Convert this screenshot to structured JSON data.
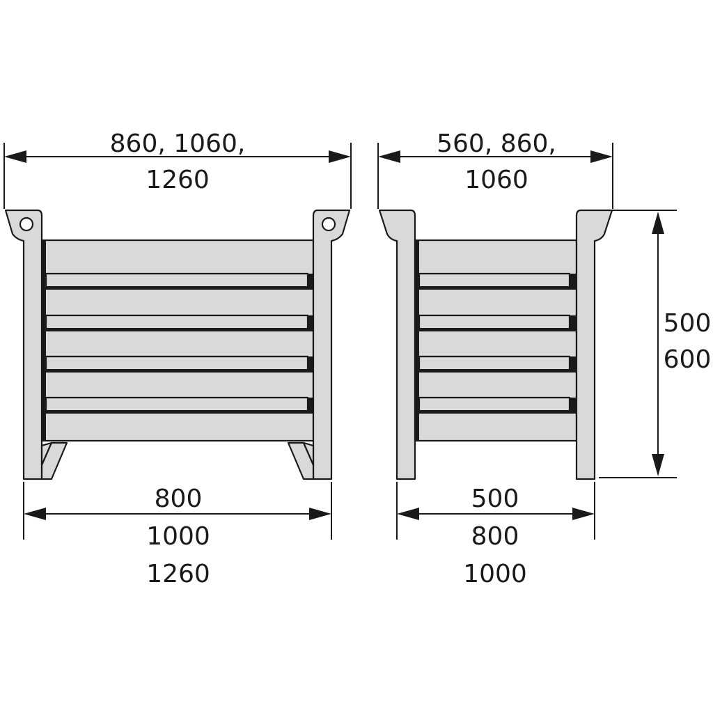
{
  "front_view": {
    "top_width_line1": "860, 1060,",
    "top_width_line2": "1260",
    "bottom_width_line1": "800",
    "bottom_width_line2": "1000",
    "bottom_width_line3": "1260"
  },
  "side_view": {
    "top_width_line1": "560, 860,",
    "top_width_line2": "1060",
    "bottom_width_line1": "500",
    "bottom_width_line2": "800",
    "bottom_width_line3": "1000",
    "height_line1": "500",
    "height_line2": "600"
  },
  "colors": {
    "fill": "#d9d9d9",
    "line": "#1a1a1a",
    "background": "#ffffff"
  }
}
